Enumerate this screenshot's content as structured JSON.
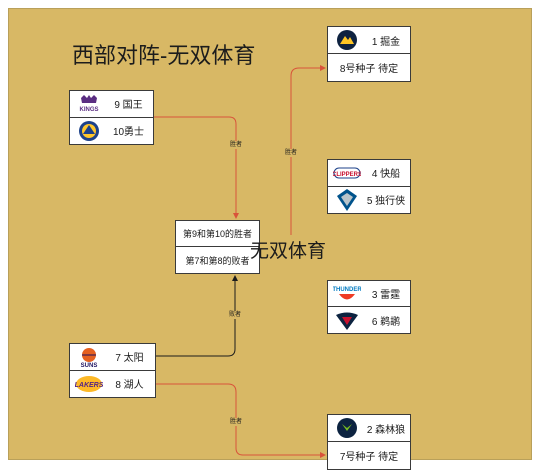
{
  "title": "西部对阵-无双体育",
  "watermark": "无双体育",
  "colors": {
    "background": "#d8b865",
    "connector_red": "#d9533a",
    "connector_dark": "#1c1c1c"
  },
  "left_bracket": {
    "playin_top": {
      "team_a": {
        "label": "9 国王",
        "logo": "kings-logo"
      },
      "team_b": {
        "label": "10勇士",
        "logo": "warriors-logo"
      }
    },
    "playin_bottom": {
      "team_a": {
        "label": "7 太阳",
        "logo": "suns-logo"
      },
      "team_b": {
        "label": "8 湖人",
        "logo": "lakers-logo"
      }
    },
    "second_round": {
      "line1": "第9和第10的胜者",
      "line2": "第7和第8的败者"
    }
  },
  "right_bracket": {
    "series1": {
      "team_a": {
        "label": "1 掘金",
        "logo": "nuggets-logo"
      },
      "team_b": {
        "label": "8号种子 待定"
      }
    },
    "series2": {
      "team_a": {
        "label": "4 快船",
        "logo": "clippers-logo"
      },
      "team_b": {
        "label": "5 独行侠",
        "logo": "mavericks-logo"
      }
    },
    "series3": {
      "team_a": {
        "label": "3 雷霆",
        "logo": "thunder-logo"
      },
      "team_b": {
        "label": "6 鹈鹕",
        "logo": "pelicans-logo"
      }
    },
    "series4": {
      "team_a": {
        "label": "2 森林狼",
        "logo": "timberwolves-logo"
      },
      "team_b": {
        "label": "7号种子 待定"
      }
    }
  },
  "edge_labels": {
    "winner_a": "胜者",
    "winner_b": "胜者",
    "loser": "败者",
    "winner_c": "胜者"
  }
}
